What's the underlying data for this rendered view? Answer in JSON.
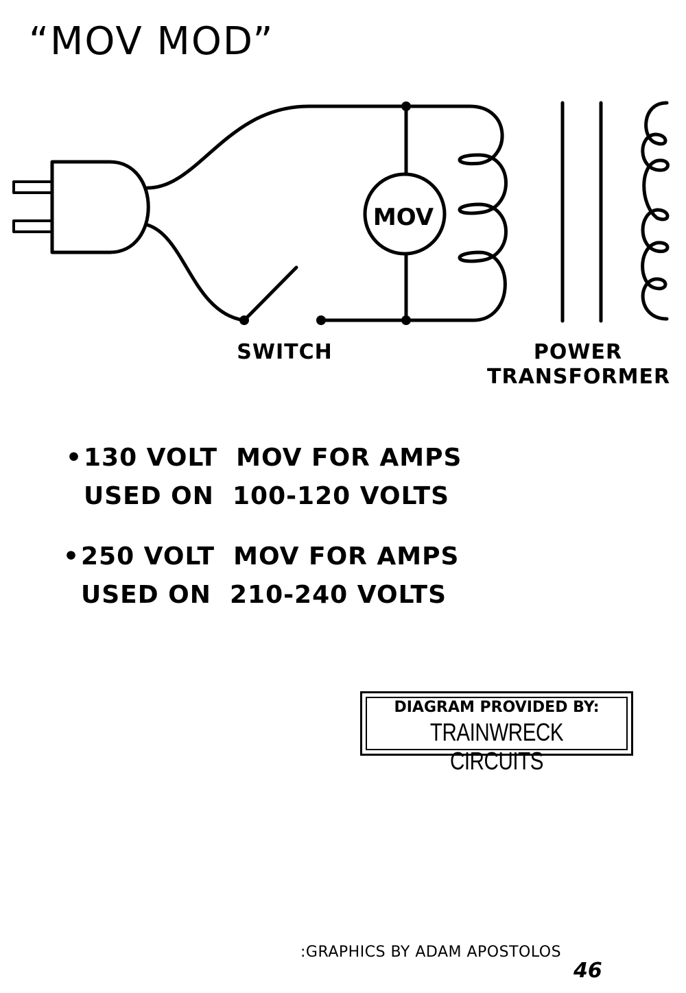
{
  "title": "“MOV MOD”",
  "diagram": {
    "mov_label": "MOV",
    "switch_label": "SWITCH",
    "transformer_label_line1": "POWER",
    "transformer_label_line2": "TRANSFORMER"
  },
  "notes": [
    {
      "line1": "130 VOLT  MOV FOR AMPS",
      "line2": "USED ON  100-120 VOLTS"
    },
    {
      "line1": "250 VOLT  MOV FOR AMPS",
      "line2": "USED ON  210-240 VOLTS"
    }
  ],
  "bullet_char": "•",
  "credit": {
    "top": "DIAGRAM PROVIDED BY:",
    "main": "TRAINWRECK CIRCUITS"
  },
  "footer": ":GRAPHICS BY ADAM APOSTOLOS",
  "page_number": "46"
}
